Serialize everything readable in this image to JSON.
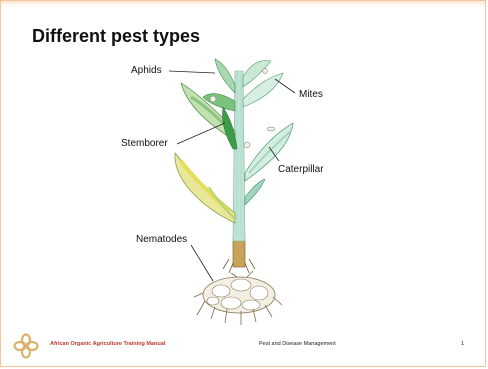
{
  "slide": {
    "title": "Different pest types",
    "labels": {
      "aphids": "Aphids",
      "mites": "Mites",
      "stemborer": "Stemborer",
      "caterpillar": "Caterpillar",
      "nematodes": "Nematodes"
    }
  },
  "footer": {
    "manual": "African Organic Agriculture Training Manual",
    "section": "Pest and Disease Management",
    "page": "1"
  },
  "colors": {
    "accent": "#c0392b",
    "border": "#f5c49a",
    "stem": "#9fd4bf",
    "leaf": "#3e9b4a",
    "leaf_yellow": "#e3df5a",
    "roots": "#8a7a5a"
  },
  "icons": {
    "logo": "four-petal-knot-logo"
  }
}
